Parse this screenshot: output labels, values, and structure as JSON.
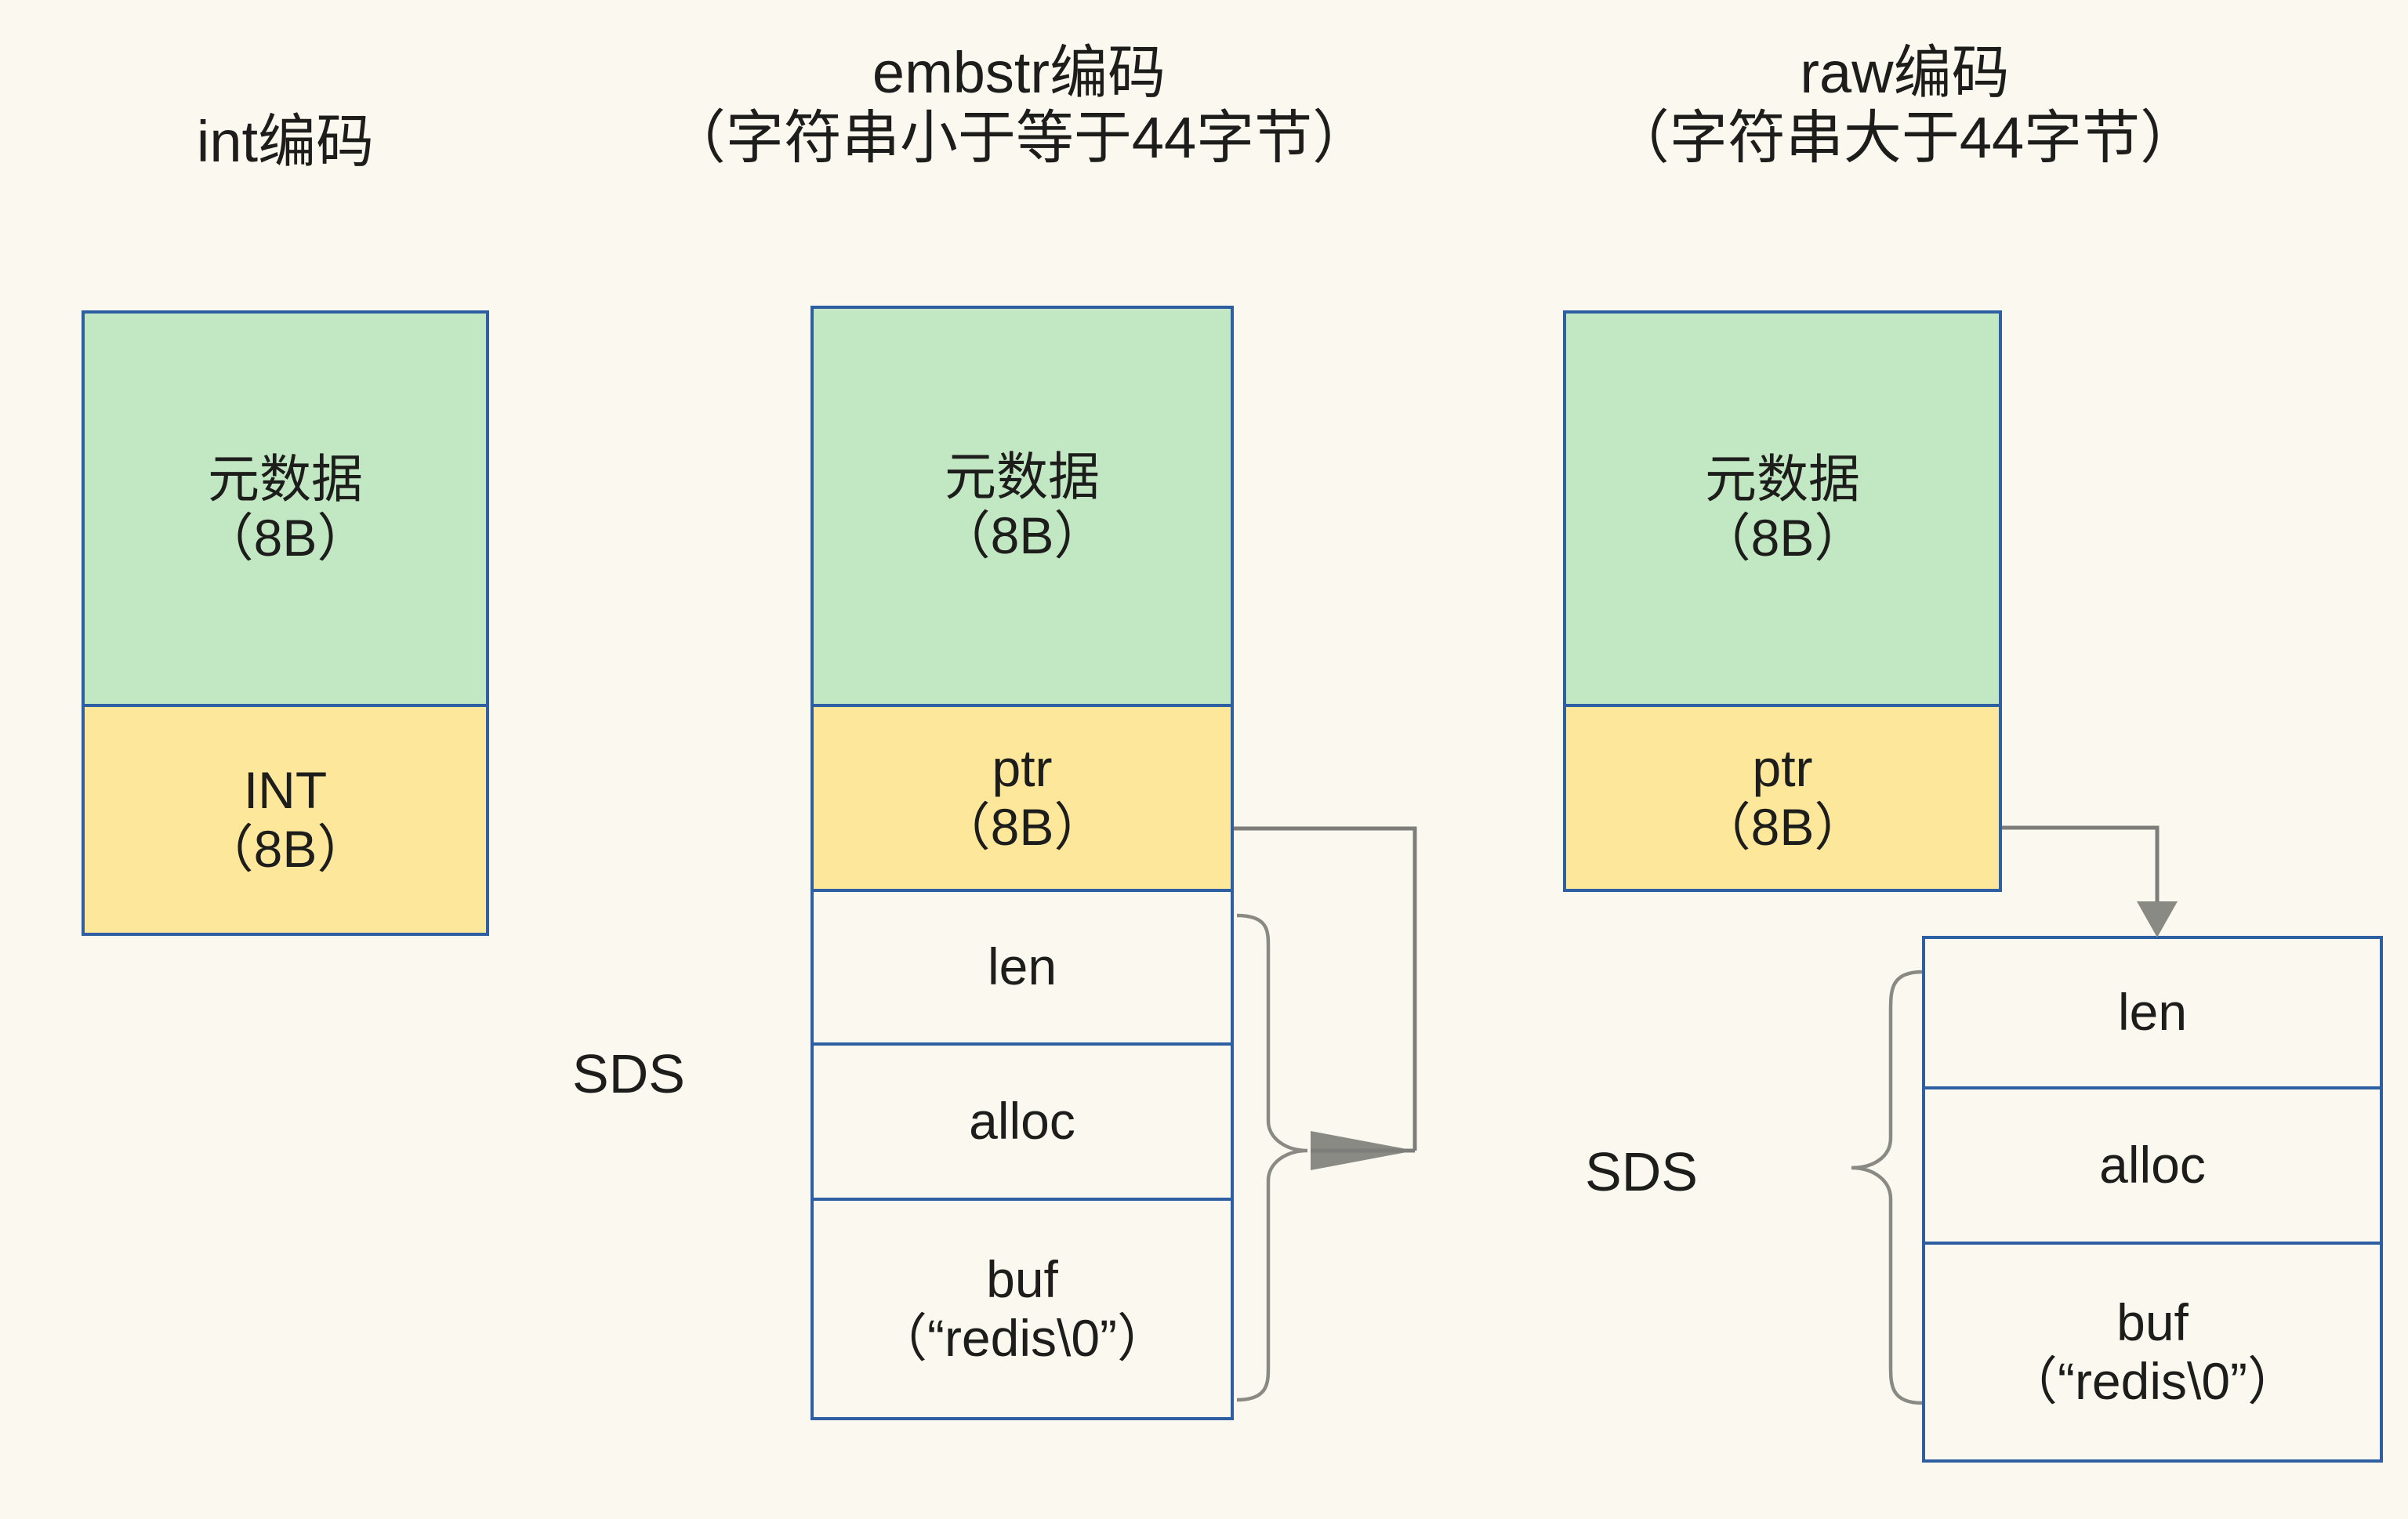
{
  "headers": {
    "int": {
      "line1": "int编码",
      "line2": ""
    },
    "embstr": {
      "line1": "embstr编码",
      "line2": "（字符串小于等于44字节）"
    },
    "raw": {
      "line1": "raw编码",
      "line2": "（字符串大于44字节）"
    }
  },
  "colors": {
    "background": "#fbf9ef",
    "metadata_fill": "#c2e7c3",
    "pointer_fill": "#fce79b",
    "plain_fill": "#fbf9ef",
    "border": "#2e5fa3",
    "connector": "#8a8a85",
    "text": "#1d1d1b"
  },
  "columns": {
    "int": {
      "metadata": {
        "title": "元数据",
        "size": "（8B）"
      },
      "value": {
        "title": "INT",
        "size": "（8B）"
      }
    },
    "embstr": {
      "metadata": {
        "title": "元数据",
        "size": "（8B）"
      },
      "pointer": {
        "title": "ptr",
        "size": "（8B）"
      },
      "sds_label": "SDS",
      "sds_fields": [
        {
          "title": "len",
          "sub": ""
        },
        {
          "title": "alloc",
          "sub": ""
        },
        {
          "title": "buf",
          "sub": "（“redis\\0”）"
        }
      ]
    },
    "raw": {
      "metadata": {
        "title": "元数据",
        "size": "（8B）"
      },
      "pointer": {
        "title": "ptr",
        "size": "（8B）"
      },
      "sds_label": "SDS",
      "sds_fields": [
        {
          "title": "len",
          "sub": ""
        },
        {
          "title": "alloc",
          "sub": ""
        },
        {
          "title": "buf",
          "sub": "（“redis\\0”）"
        }
      ]
    }
  }
}
